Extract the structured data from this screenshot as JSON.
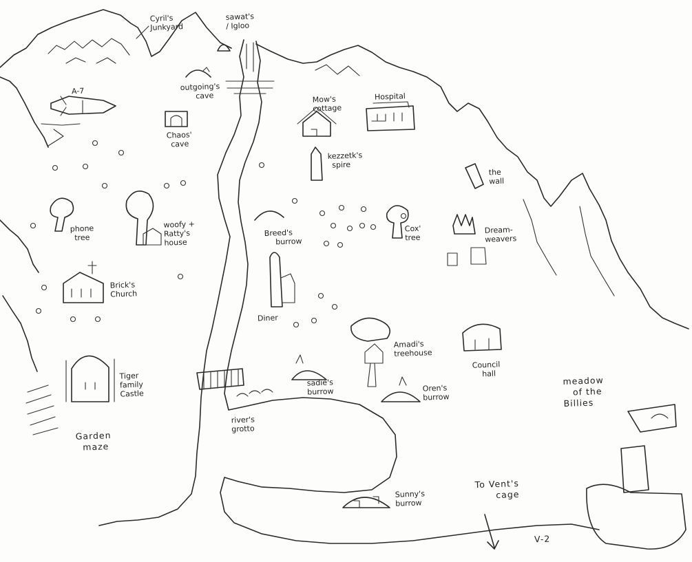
{
  "map": {
    "labels": {
      "cyrils_junkyard_1": "Cyril's",
      "cyrils_junkyard_2": "Junkyard",
      "sawats_igloo_1": "sawat's",
      "sawats_igloo_2": "/ Igloo",
      "a7": "A-7",
      "outgoing_cave_1": "outgoing's",
      "outgoing_cave_2": "cave",
      "chaos_cave_1": "Chaos'",
      "chaos_cave_2": "cave",
      "mows_cottage_1": "Mow's",
      "mows_cottage_2": "cottage",
      "hospital": "Hospital",
      "kezzetks_spire_1": "kezzetk's",
      "kezzetks_spire_2": "spire",
      "the_wall_1": "the",
      "the_wall_2": "wall",
      "phone_tree_1": "phone",
      "phone_tree_2": "tree",
      "woofy_rattys_house_1": "woofy +",
      "woofy_rattys_house_2": "Ratty's",
      "woofy_rattys_house_3": "house",
      "breeds_burrow_1": "Breed's",
      "breeds_burrow_2": "burrow",
      "cox_tree_1": "Cox'",
      "cox_tree_2": "tree",
      "dreamweavers_1": "Dream-",
      "dreamweavers_2": "weavers",
      "bricks_church_1": "Brick's",
      "bricks_church_2": "Church",
      "diner": "Diner",
      "amadis_treehouse_1": "Amadi's",
      "amadis_treehouse_2": "treehouse",
      "council_hall_1": "Council",
      "council_hall_2": "hall",
      "tiger_family_castle_1": "Tiger",
      "tiger_family_castle_2": "family",
      "tiger_family_castle_3": "Castle",
      "sadies_burrow_1": "sadie's",
      "sadies_burrow_2": "burrow",
      "orens_burrow_1": "Oren's",
      "orens_burrow_2": "burrow",
      "meadow_1": "meadow",
      "meadow_2": "of   the",
      "meadow_3": "Billies",
      "garden_maze_1": "Garden",
      "garden_maze_2": "maze",
      "rivers_grotto_1": "river's",
      "rivers_grotto_2": "grotto",
      "sunnys_burrow_1": "Sunny's",
      "sunnys_burrow_2": "burrow",
      "to_vents_cage_1": "To  Vent's",
      "to_vents_cage_2": "cage",
      "v2": "V-2"
    }
  }
}
